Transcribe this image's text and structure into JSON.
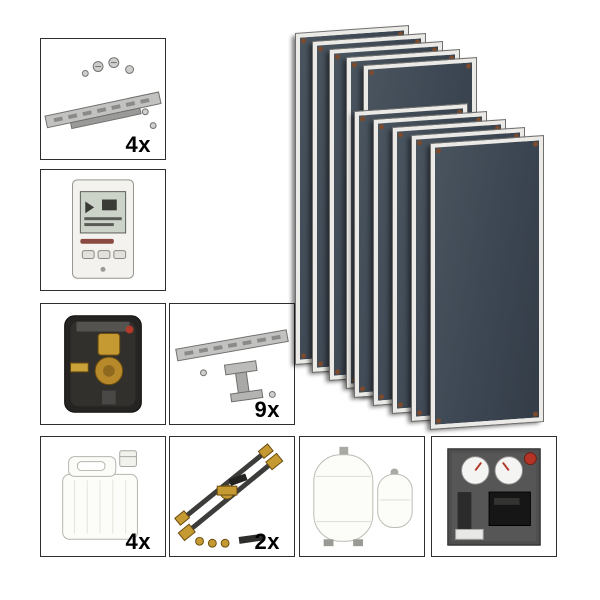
{
  "page": {
    "background": "#ffffff"
  },
  "collage": {
    "collectors": {
      "count": 10,
      "clusters": 2,
      "per_cluster": 5,
      "face_color": "#3e4855",
      "frame_color": "#eceae6",
      "plug_color": "#7c4b2e"
    },
    "items": [
      {
        "id": "connector-rail-set",
        "label": "mounting connector rail with screws",
        "qty": "4x"
      },
      {
        "id": "solar-controller",
        "label": "solar system controller",
        "qty": ""
      },
      {
        "id": "pump-group",
        "label": "insulated pump assembly",
        "qty": ""
      },
      {
        "id": "rail-roof-hook",
        "label": "mounting rail with roof hook",
        "qty": "9x"
      },
      {
        "id": "fluid-canister",
        "label": "heat transfer fluid canister",
        "qty": "4x"
      },
      {
        "id": "hose-connection-kit",
        "label": "flexible hose connection kit",
        "qty": "2x"
      },
      {
        "id": "expansion-vessels",
        "label": "expansion vessels",
        "qty": ""
      },
      {
        "id": "pump-station",
        "label": "solar pump station",
        "qty": ""
      }
    ]
  }
}
